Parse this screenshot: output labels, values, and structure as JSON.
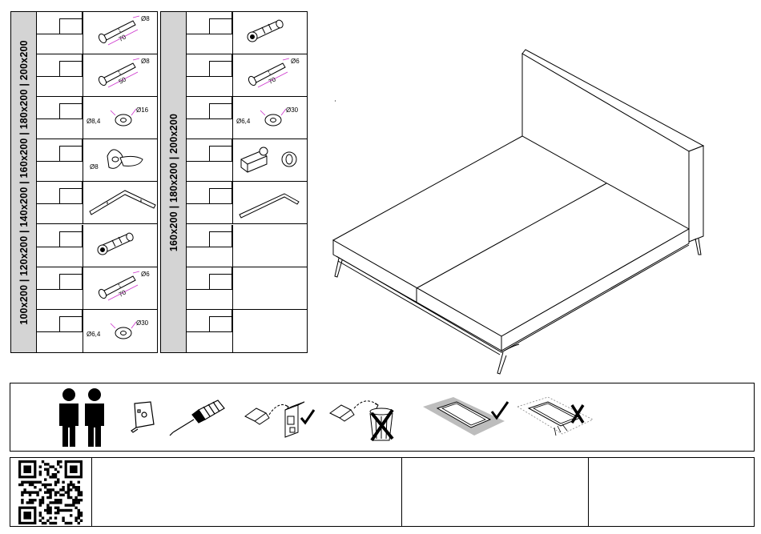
{
  "hardware_table_a": {
    "size_label": "100x200 | 120x200 | 140x200 | 160x200 | 180x200 | 200x200",
    "rows": [
      {
        "part": "bolt",
        "dim1": "Ø8",
        "dim2": "70"
      },
      {
        "part": "bolt",
        "dim1": "Ø8",
        "dim2": "50"
      },
      {
        "part": "washer",
        "dim1": "Ø8,4",
        "dim2": "Ø16"
      },
      {
        "part": "wing-nut",
        "dim1": "Ø8",
        "dim2": ""
      },
      {
        "part": "metal-bracket",
        "dim1": "",
        "dim2": ""
      },
      {
        "part": "connector-bolt",
        "dim1": "",
        "dim2": ""
      },
      {
        "part": "bolt",
        "dim1": "Ø6",
        "dim2": "70"
      },
      {
        "part": "washer",
        "dim1": "Ø6,4",
        "dim2": "Ø30"
      }
    ]
  },
  "hardware_table_b": {
    "size_label": "160x200 | 180x200 | 200x200",
    "rows": [
      {
        "part": "connector-bolt",
        "dim1": "",
        "dim2": ""
      },
      {
        "part": "bolt",
        "dim1": "Ø6",
        "dim2": "70"
      },
      {
        "part": "washer",
        "dim1": "Ø6,4",
        "dim2": "Ø30"
      },
      {
        "part": "cam-lock",
        "dim1": "",
        "dim2": ""
      },
      {
        "part": "allen-key",
        "dim1": "",
        "dim2": ""
      },
      {
        "part": "empty",
        "dim1": "",
        "dim2": ""
      },
      {
        "part": "empty",
        "dim1": "",
        "dim2": ""
      },
      {
        "part": "empty",
        "dim1": "",
        "dim2": ""
      }
    ]
  },
  "assembly_requirements": {
    "icons": [
      "two-persons-icon",
      "tape-measure-icon",
      "screwdriver-icon",
      "recycle-packaging-icon",
      "no-trash-icon",
      "protected-floor-ok-icon",
      "unprotected-floor-not-ok-icon"
    ]
  },
  "colors": {
    "side_band": "#d4d4d4",
    "dimension_magenta": "#cc33cc",
    "line": "#000000"
  }
}
